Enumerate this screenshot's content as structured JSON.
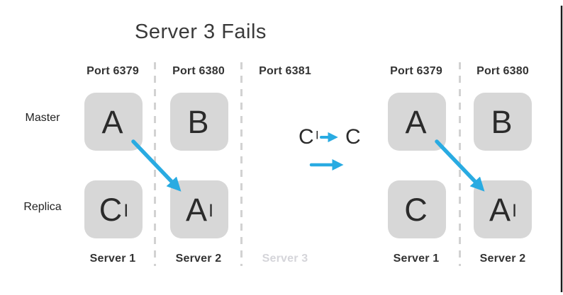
{
  "title": "Server 3 Fails",
  "colors": {
    "accent_arrow": "#29abe2",
    "node_bg": "#d7d7d7",
    "text_dark": "#333333",
    "failed_muted": "#d5d5da",
    "divider_dash": "#d2d2d2",
    "frame_edge": "#1a1a1a"
  },
  "rows": {
    "master": "Master",
    "replica": "Replica"
  },
  "left_cluster": {
    "ports": [
      "Port 6379",
      "Port 6380",
      "Port 6381"
    ],
    "masters": [
      {
        "letter": "A",
        "prime": ""
      },
      {
        "letter": "B",
        "prime": ""
      }
    ],
    "replicas": [
      {
        "letter": "C",
        "prime": "|"
      },
      {
        "letter": "A",
        "prime": "|"
      }
    ],
    "servers": [
      "Server 1",
      "Server 2",
      "Server 3"
    ]
  },
  "transition": {
    "from": {
      "letter": "C",
      "prime": "|"
    },
    "to": {
      "letter": "C",
      "prime": ""
    }
  },
  "right_cluster": {
    "ports": [
      "Port 6379",
      "Port 6380"
    ],
    "masters": [
      {
        "letter": "A",
        "prime": ""
      },
      {
        "letter": "B",
        "prime": ""
      }
    ],
    "replicas": [
      {
        "letter": "C",
        "prime": ""
      },
      {
        "letter": "A",
        "prime": "|"
      }
    ],
    "servers": [
      "Server 1",
      "Server 2"
    ]
  }
}
